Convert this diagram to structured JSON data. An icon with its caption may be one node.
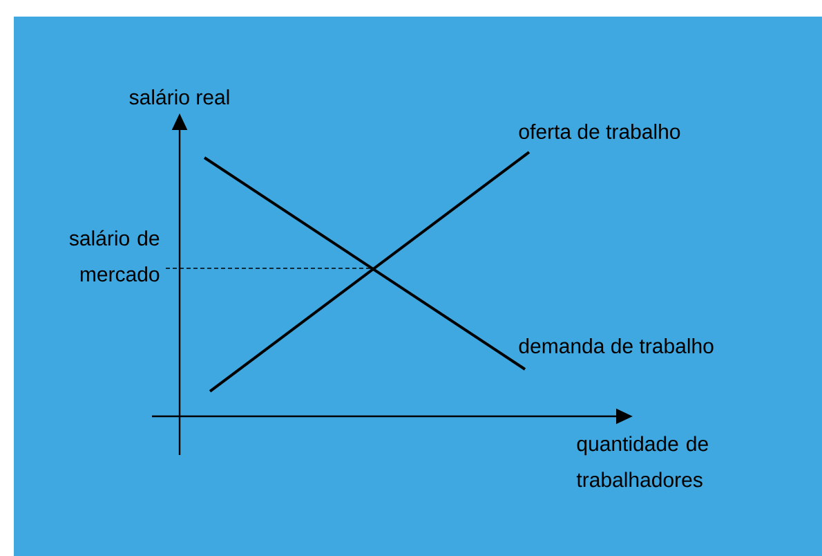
{
  "diagram": {
    "labels": [
      "salário real",
      "oferta de trabalho",
      "salário de mercado",
      "demanda de trabalho",
      "quantidade de trabalhadores"
    ]
  }
}
